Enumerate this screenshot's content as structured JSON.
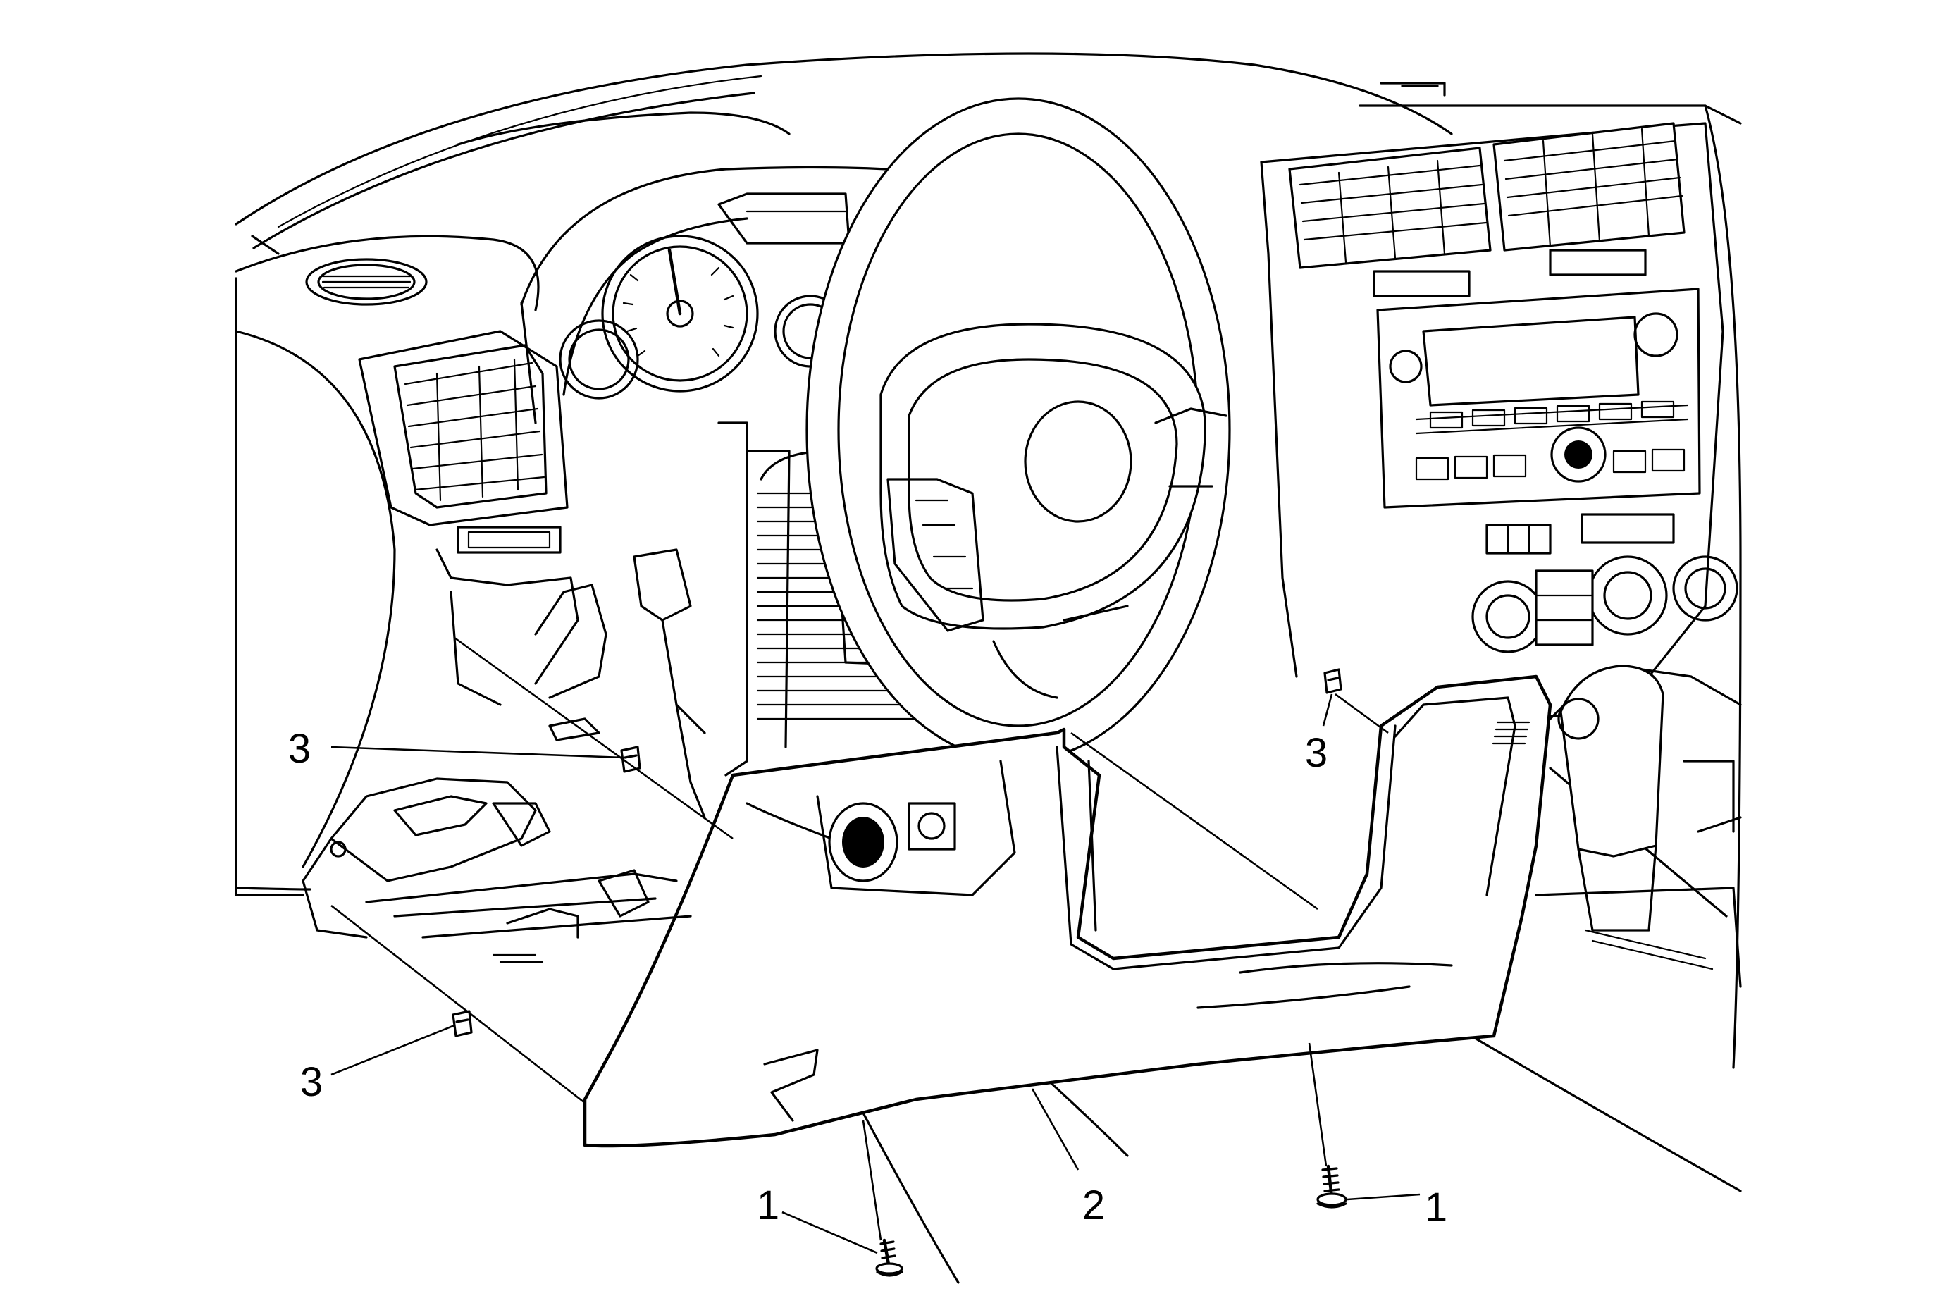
{
  "callouts": {
    "fastener_left": "1",
    "fastener_right": "1",
    "knee_bolster_panel": "2",
    "retainer_clip_upper_left": "3",
    "retainer_clip_lower_left": "3",
    "retainer_clip_right": "3"
  }
}
